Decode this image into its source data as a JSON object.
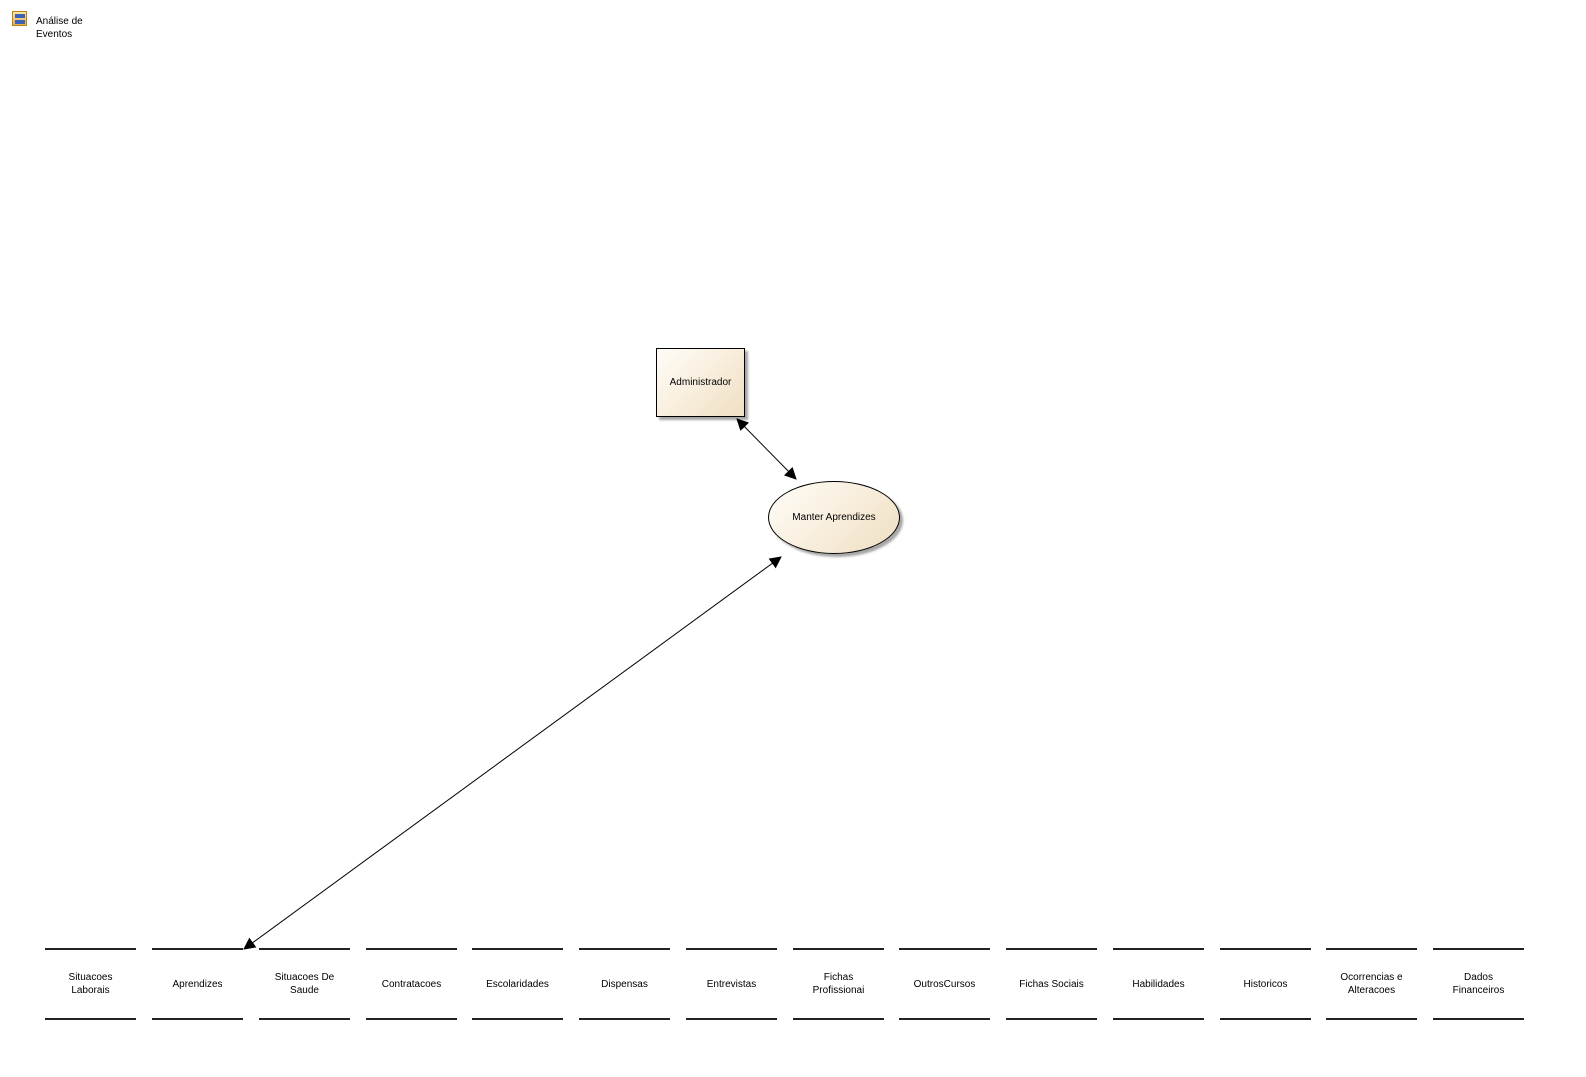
{
  "diagram": {
    "title": "Análise de Eventos",
    "icon": "diagram-icon"
  },
  "actor": {
    "label": "Administrador"
  },
  "process": {
    "label": "Manter Aprendizes"
  },
  "data_stores": [
    {
      "label": "Situacoes Laborais"
    },
    {
      "label": "Aprendizes"
    },
    {
      "label": "Situacoes De Saude"
    },
    {
      "label": "Contratacoes"
    },
    {
      "label": "Escolaridades"
    },
    {
      "label": "Dispensas"
    },
    {
      "label": "Entrevistas"
    },
    {
      "label": "Fichas Profissionai"
    },
    {
      "label": "OutrosCursos"
    },
    {
      "label": "Fichas Sociais"
    },
    {
      "label": "Habilidades"
    },
    {
      "label": "Historicos"
    },
    {
      "label": "Ocorrencias e Alteracoes"
    },
    {
      "label": "Dados Financeiros"
    }
  ],
  "colors": {
    "fill_light": "#fffdf8",
    "fill_dark": "#efdfc2",
    "line": "#000000"
  }
}
